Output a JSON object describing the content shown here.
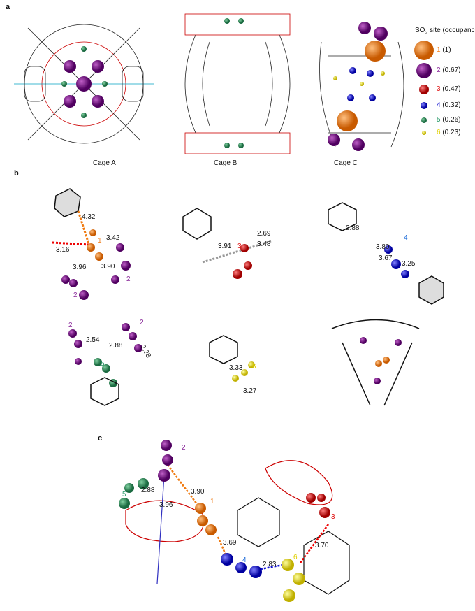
{
  "panels": {
    "a": "a",
    "b": "b",
    "c": "c"
  },
  "cages": [
    "Cage A",
    "Cage B",
    "Cage C"
  ],
  "legend": {
    "title_prefix": "SO",
    "title_sub": "2",
    "title_suffix": " site (occupanc",
    "items": [
      {
        "site": "1",
        "occ": "(1)",
        "color": "#f07a10"
      },
      {
        "site": "2",
        "occ": "(0.67)",
        "color": "#8a1a90"
      },
      {
        "site": "3",
        "occ": "(0.47)",
        "color": "#e00000"
      },
      {
        "site": "4",
        "occ": "(0.32)",
        "color": "#1010d0"
      },
      {
        "site": "5",
        "occ": "(0.26)",
        "color": "#2a8a60"
      },
      {
        "site": "6",
        "occ": "(0.23)",
        "color": "#f0f000"
      }
    ]
  },
  "b": {
    "p1": {
      "d": [
        "4.32",
        "3.16",
        "3.42",
        "3.96",
        "3.90"
      ],
      "s": [
        "1",
        "2",
        "2"
      ]
    },
    "p2": {
      "d": [
        "2.69",
        "3.48",
        "3.91"
      ],
      "s": [
        "3"
      ]
    },
    "p3": {
      "d": [
        "2.88",
        "3.80",
        "3.67",
        "3.25"
      ],
      "s": [
        "4"
      ]
    },
    "p4": {
      "d": [
        "2.54",
        "2.88",
        "2.28"
      ],
      "s": [
        "2",
        "2",
        "5"
      ]
    },
    "p5": {
      "d": [
        "3.33",
        "3.27"
      ],
      "s": [
        "6"
      ]
    }
  },
  "c": {
    "d": [
      "2.88",
      "3.90",
      "3.96",
      "3.69",
      "2.83",
      "3.70"
    ],
    "s": [
      "2",
      "5",
      "1",
      "3",
      "4",
      "6"
    ]
  }
}
